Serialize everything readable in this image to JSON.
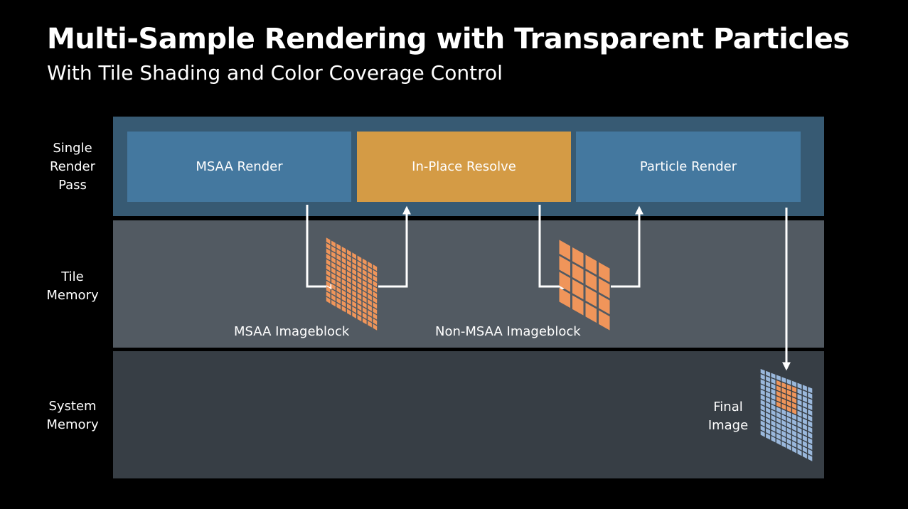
{
  "title": "Multi-Sample Rendering with Transparent Particles",
  "subtitle": "With Tile Shading and Color Coverage Control",
  "rows": [
    {
      "label": "Single\nRender\nPass"
    },
    {
      "label": "Tile\nMemory"
    },
    {
      "label": "System\nMemory"
    }
  ],
  "stages": [
    {
      "label": "MSAA Render"
    },
    {
      "label": "In-Place Resolve"
    },
    {
      "label": "Particle Render"
    }
  ],
  "imageblocks": [
    {
      "label": "MSAA Imageblock"
    },
    {
      "label": "Non-MSAA Imageblock"
    }
  ],
  "final_image": {
    "label": "Final\nImage"
  },
  "colors": {
    "pass_band": "#375a73",
    "tile_band": "#525a62",
    "system_band": "#373e45",
    "stage_blue": "#44789f",
    "stage_orange": "#d49b45",
    "tile_orange": "#f0955a",
    "tile_blue": "#9ab8dc"
  }
}
